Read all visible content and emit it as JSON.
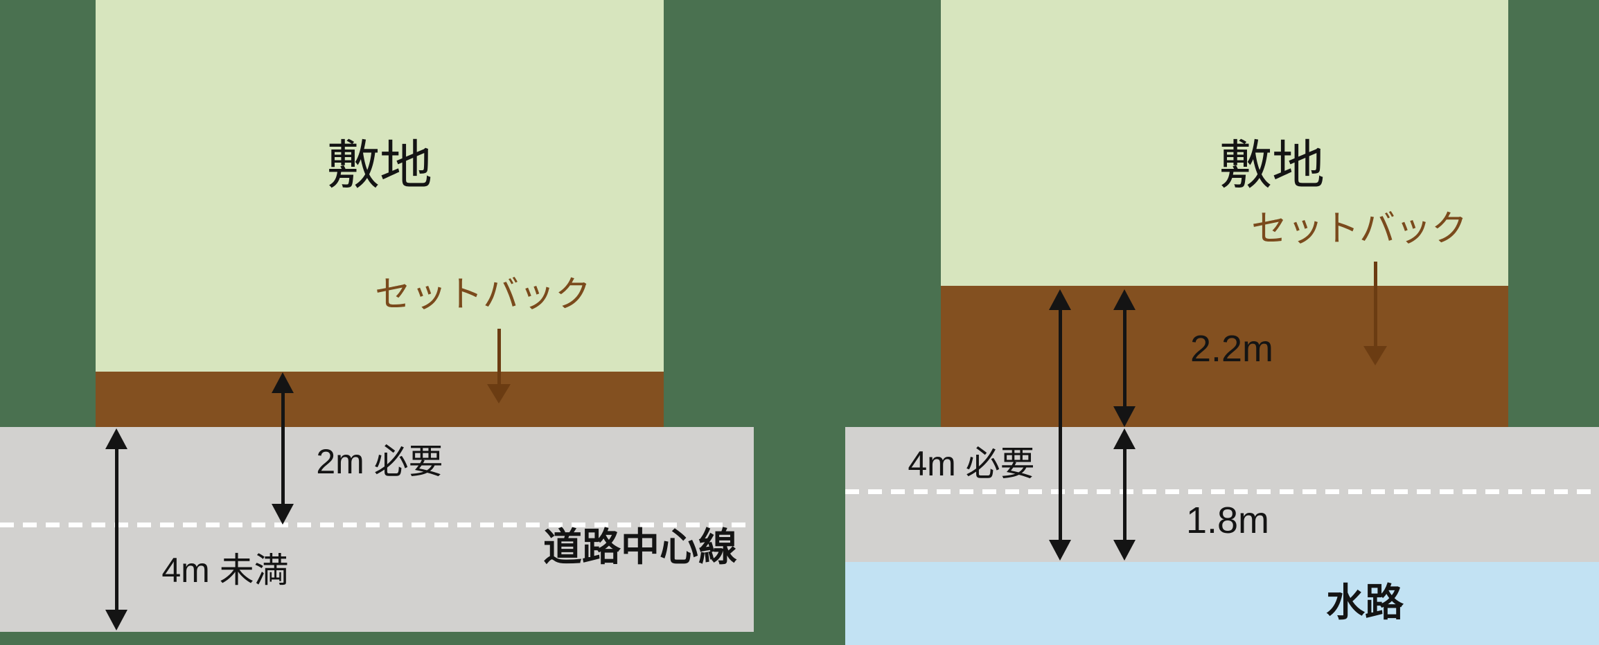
{
  "colors": {
    "background_green": "#4A7150",
    "site_green": "#D7E5BE",
    "setback_brown": "#835020",
    "road_gray": "#D2D1CF",
    "water_blue": "#C2E2F3",
    "centerline_white": "#FFFFFF",
    "label_brown": "#7A4A1C",
    "text_black": "#141414"
  },
  "left_diagram": {
    "site_label": "敷地",
    "setback_label": "セットバック",
    "required_label": "2m 必要",
    "road_width_label": "4m 未満",
    "centerline_label": "道路中心線"
  },
  "right_diagram": {
    "site_label": "敷地",
    "setback_label": "セットバック",
    "setback_depth_label": "2.2m",
    "required_label": "4m 必要",
    "remaining_width_label": "1.8m",
    "waterway_label": "水路"
  }
}
